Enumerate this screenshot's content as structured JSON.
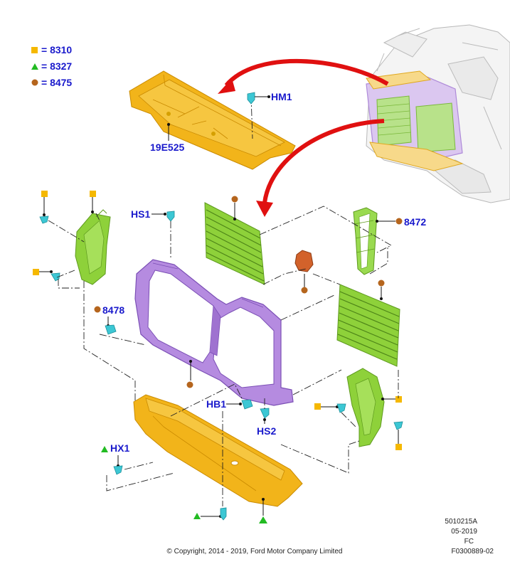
{
  "legend": [
    {
      "shape": "square",
      "color": "#f5b800",
      "text": "= 8310"
    },
    {
      "shape": "triangle",
      "color": "#22bb22",
      "text": "= 8327"
    },
    {
      "shape": "circle",
      "color": "#b5651d",
      "text": "= 8475"
    }
  ],
  "part_labels": {
    "hm1": "HM1",
    "p19e525": "19E525",
    "hs1": "HS1",
    "p8472": "8472",
    "p8478": "8478",
    "hb1": "HB1",
    "hs2": "HS2",
    "hx1": "HX1"
  },
  "footer": {
    "copyright": "© Copyright, 2014 - 2019, Ford Motor Company Limited",
    "code1": "5010215A",
    "code2": "05-2019",
    "code3": "FC",
    "code4": "F0300889-02"
  },
  "colors": {
    "label": "#1a1acc",
    "square": "#f5b800",
    "triangle": "#22bb22",
    "circle": "#b5651d",
    "yellow_part": "#f2b41a",
    "purple_part": "#b58be0",
    "green_part": "#8ed13a",
    "fastener": "#3cc7d4",
    "arrow": "#e01010"
  }
}
